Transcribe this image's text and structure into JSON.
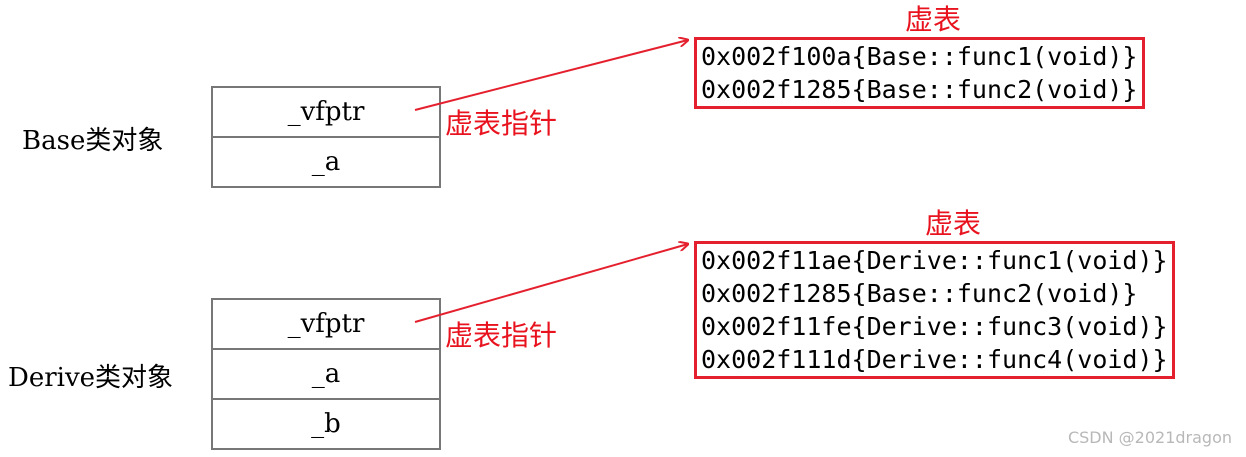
{
  "base": {
    "label": "Base类对象",
    "fields": [
      "_vfptr",
      "_a"
    ],
    "vtable_title": "虚表",
    "pointer_label": "虚表指针",
    "vtable": [
      "0x002f100a{Base::func1(void)}",
      "0x002f1285{Base::func2(void)}"
    ]
  },
  "derive": {
    "label": "Derive类对象",
    "fields": [
      "_vfptr",
      "_a",
      "_b"
    ],
    "vtable_title": "虚表",
    "pointer_label": "虚表指针",
    "vtable": [
      "0x002f11ae{Derive::func1(void)}",
      "0x002f1285{Base::func2(void)}",
      "0x002f11fe{Derive::func3(void)}",
      "0x002f111d{Derive::func4(void)}"
    ]
  },
  "colors": {
    "accent": "#e5202e",
    "box_border": "#777777"
  },
  "watermark": "CSDN @2021dragon"
}
